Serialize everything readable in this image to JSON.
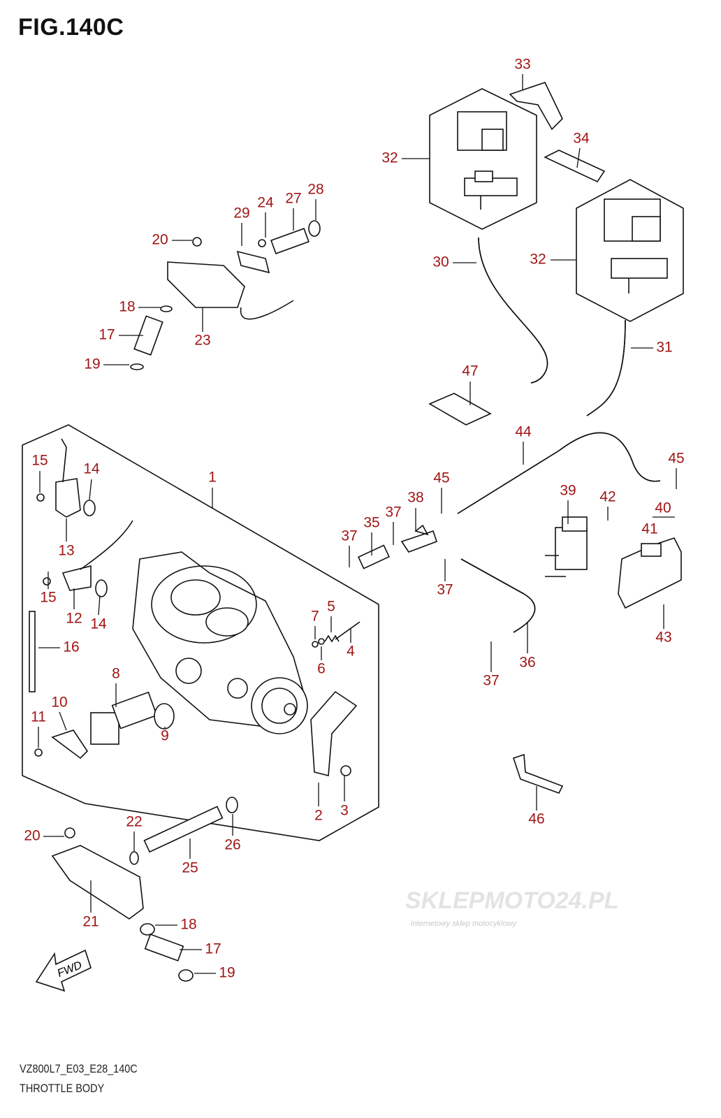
{
  "figure_title": "FIG.140C",
  "model_code": "VZ800L7_E03_E28_140C",
  "section_name": "THROTTLE BODY",
  "watermark": {
    "main": "SKLEPMOTO24.PL",
    "sub": "internetowy sklep motocyklowy"
  },
  "fwd_arrow": "FWD",
  "label_color": "#a01616",
  "callouts": [
    "33",
    "32",
    "34",
    "27",
    "28",
    "24",
    "29",
    "20",
    "18",
    "17",
    "19",
    "23",
    "30",
    "32",
    "31",
    "47",
    "44",
    "45",
    "45",
    "1",
    "15",
    "14",
    "13",
    "39",
    "42",
    "40",
    "41",
    "38",
    "37",
    "35",
    "37",
    "37",
    "15",
    "12",
    "14",
    "7",
    "5",
    "6",
    "4",
    "16",
    "36",
    "37",
    "43",
    "8",
    "10",
    "11",
    "9",
    "2",
    "3",
    "46",
    "20",
    "22",
    "26",
    "25",
    "21",
    "18",
    "17",
    "19"
  ]
}
